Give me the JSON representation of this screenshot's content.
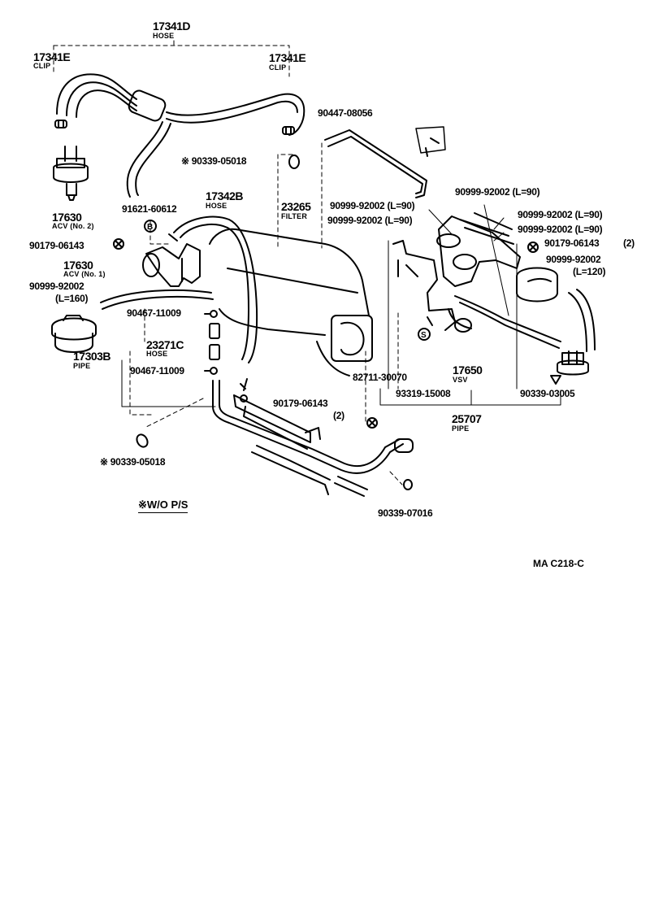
{
  "labels": {
    "p17341d": "17341D",
    "p17341d_name": "HOSE",
    "p17341e_l": "17341E",
    "p17341e_l_name": "CLIP",
    "p17341e_r": "17341E",
    "p17341e_r_name": "CLIP",
    "p90447": "90447-08056",
    "p90339_05018_top": "※ 90339-05018",
    "p17630_no2": "17630",
    "p17630_no2_name": "ACV (No. 2)",
    "p91621": "91621-60612",
    "p17342b": "17342B",
    "p17342b_name": "HOSE",
    "p23265": "23265",
    "p23265_name": "FILTER",
    "p90179_left": "90179-06143",
    "p17630_no1": "17630",
    "p17630_no1_name": "ACV (No. 1)",
    "p90999_l160": "90999-92002",
    "p90999_l160_len": "(L=160)",
    "p90467_a": "90467-11009",
    "p17303b": "17303B",
    "p17303b_name": "PIPE",
    "p23271c": "23271C",
    "p23271c_name": "HOSE",
    "p90467_b": "90467-11009",
    "p90999_r1": "90999-92002 (L=90)",
    "p90999_r2": "90999-92002 (L=90)",
    "p90999_r3": "90999-92002 (L=90)",
    "p90999_r4": "90999-92002 (L=90)",
    "p90179_right": "90179-06143",
    "p90179_right_qty": "(2)",
    "p90999_l120": "90999-92002",
    "p90999_l120_len": "(L=120)",
    "p82711": "82711-30070",
    "p17650": "17650",
    "p17650_name": "VSV",
    "p93319": "93319-15008",
    "p90339_03005": "90339-03005",
    "p25707": "25707",
    "p25707_name": "PIPE",
    "p90179_mid": "90179-06143",
    "p90179_mid_qty": "(2)",
    "p90339_05018_bottom": "※ 90339-05018",
    "p90339_07016": "90339-07016",
    "note": "※W/O  P/S",
    "code": "MA C218-C"
  },
  "icons": [
    "marker-b-icon",
    "marker-s-icon",
    "washer-icon"
  ]
}
